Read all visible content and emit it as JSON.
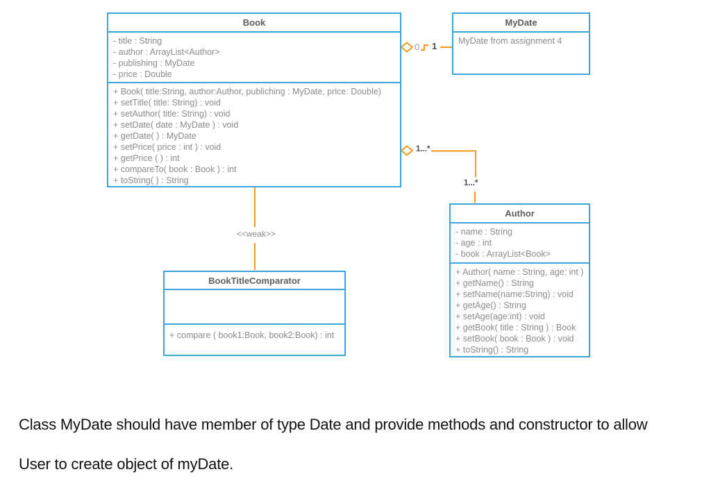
{
  "diagram": {
    "classes": {
      "book": {
        "title": "Book",
        "attributes": [
          "- title : String",
          "- author : ArrayList<Author>",
          "- publishing : MyDate",
          "- price : Double"
        ],
        "methods": [
          "+ Book( title:String, author:Author, publiching : MyDate, price: Double)",
          "+ setTitle( title: String) : void",
          "+ setAuthor( title: String) : void",
          "+ setDate( date : MyDate ) : void",
          "+ getDate( ) : MyDate",
          "+ setPrice( price : int ) : void",
          "+ getPrice ( ) : int",
          "+ compareTo( book : Book ) : int",
          "+ toString( ) : String"
        ]
      },
      "mydate": {
        "title": "MyDate",
        "note": "MyDate from assignment 4"
      },
      "author": {
        "title": "Author",
        "attributes": [
          "- name : String",
          "- age : int",
          "- book : ArrayList<Book>"
        ],
        "methods": [
          "+ Author( name : String, age: int )",
          "+ getName() : String",
          "+ setName(name:String) : void",
          "+ getAge() : String",
          "+ setAge(age:int) : void",
          "+ getBook( title : String ) : Book",
          "+ setBook( book : Book ) : void",
          "+ toString() : String"
        ]
      },
      "comparator": {
        "title": "BookTitleComparator",
        "methods": [
          "+ compare ( book1:Book, book2:Book) : int"
        ]
      }
    },
    "relationships": {
      "book_mydate": {
        "type": "aggregation",
        "multiplicity_source": "0",
        "multiplicity_target": "1"
      },
      "book_author": {
        "type": "aggregation",
        "multiplicity_source": "1...*",
        "multiplicity_target": "1...*"
      },
      "book_comparator": {
        "stereotype": "<<weak>>"
      }
    },
    "colors": {
      "box_border_blue": "#3aa5dc",
      "connector_orange": "#f8951d",
      "body_text_gray": "#8b8b8b",
      "title_text_gray": "#5e5e5e",
      "label_dark_gray": "#4d4d4d"
    }
  },
  "caption": {
    "line1": "Class MyDate should have member of type Date and provide methods and constructor to allow",
    "line2": "User to create object of myDate."
  }
}
